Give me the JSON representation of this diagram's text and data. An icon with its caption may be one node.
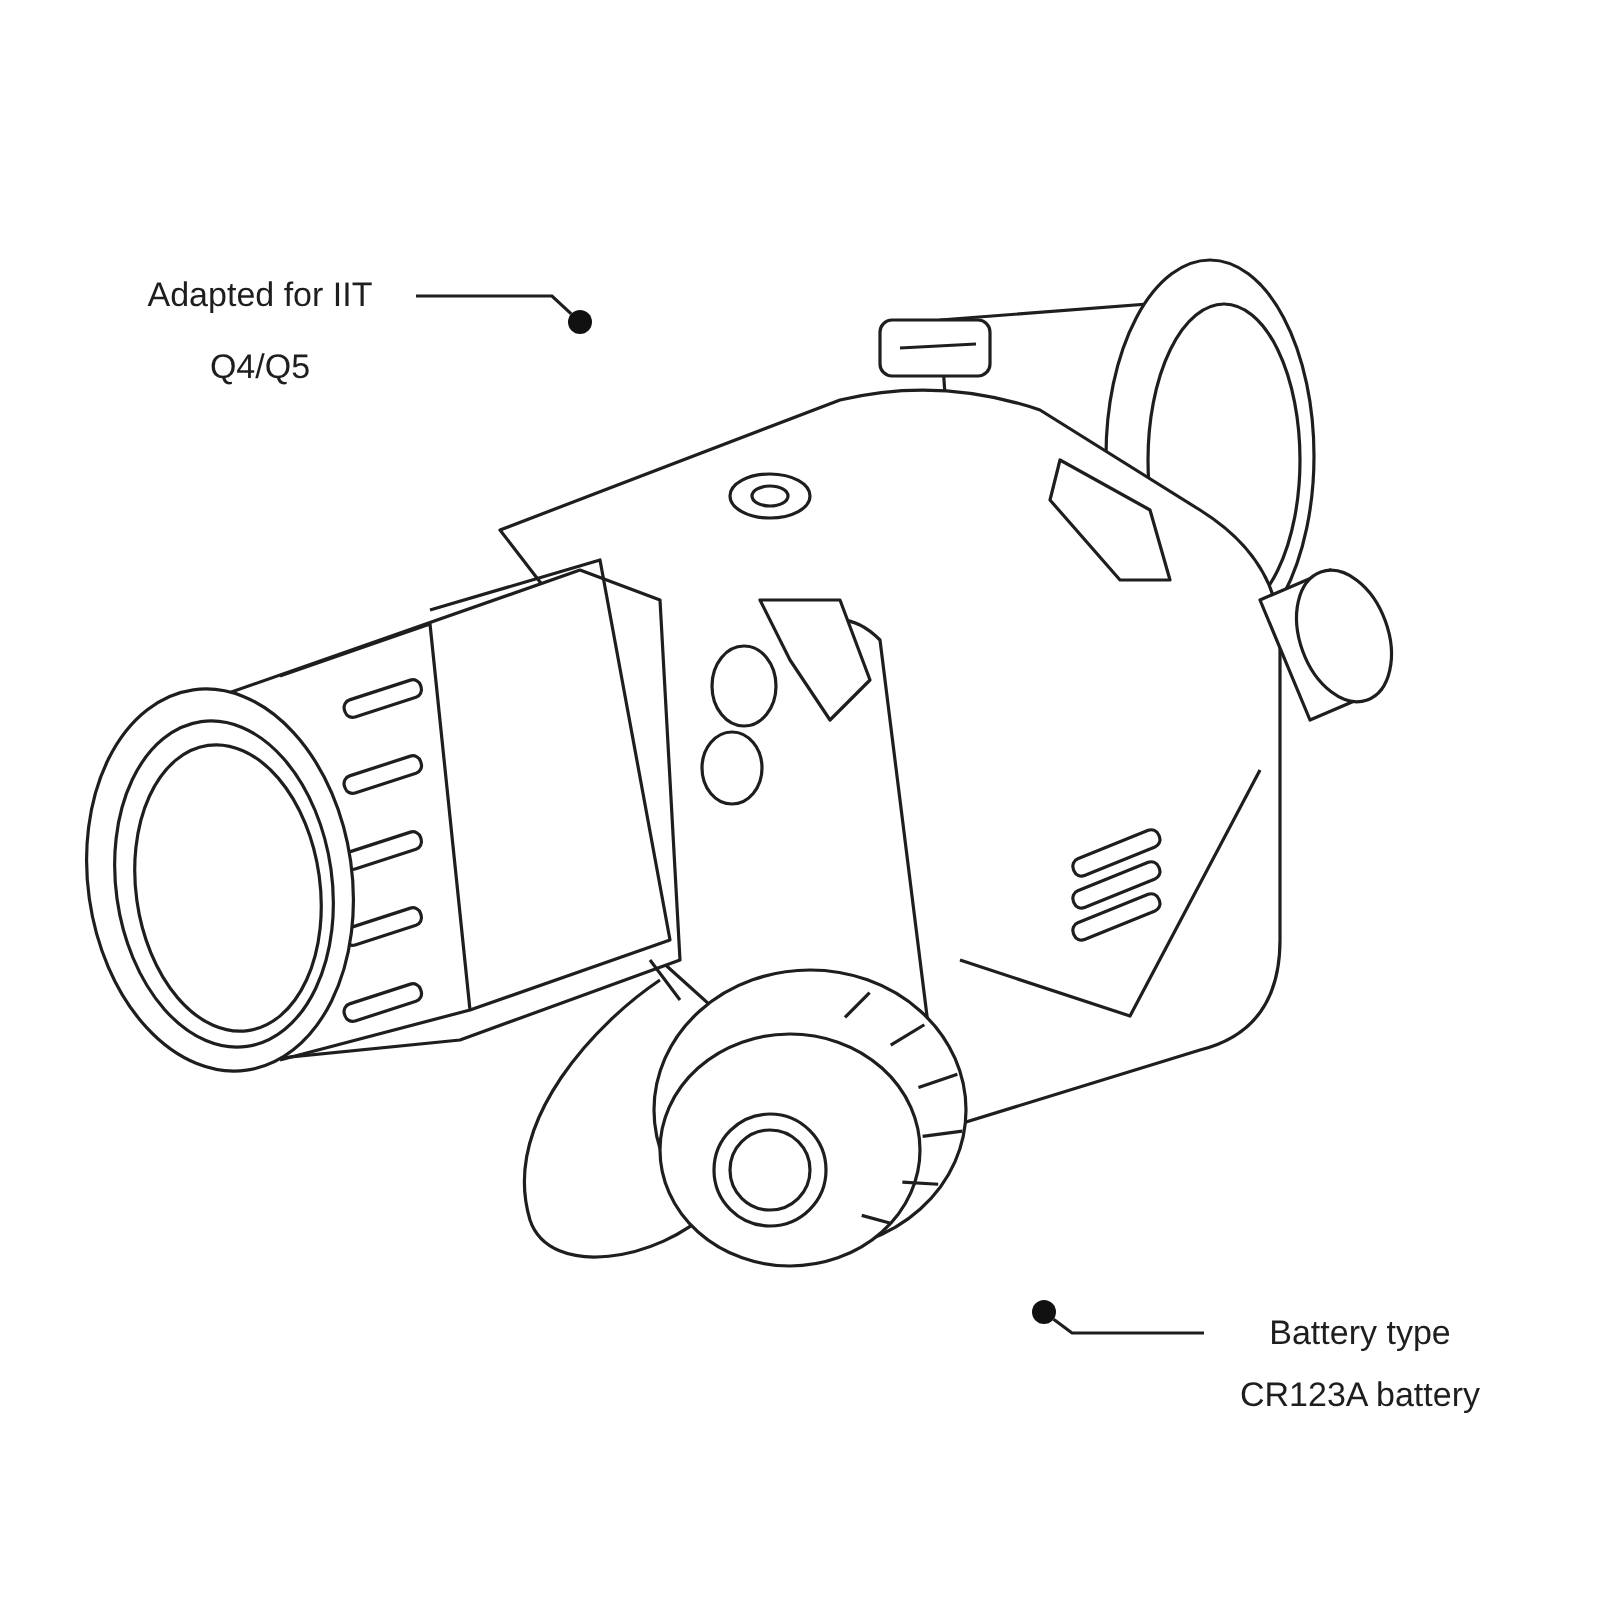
{
  "diagram": {
    "nodes": [
      {
        "text": [
          "Adapted for IIT Q4/Q5"
        ]
      },
      {
        "text": [],
        "shape": "circle"
      },
      {
        "text": [
          "Battery type CR123A battery"
        ]
      },
      {
        "text": [],
        "shape": "circle"
      }
    ],
    "edges": [
      {
        "from": 0,
        "to": 1,
        "arrow": "none"
      },
      {
        "from": 2,
        "to": 3,
        "arrow": "none"
      }
    ]
  }
}
